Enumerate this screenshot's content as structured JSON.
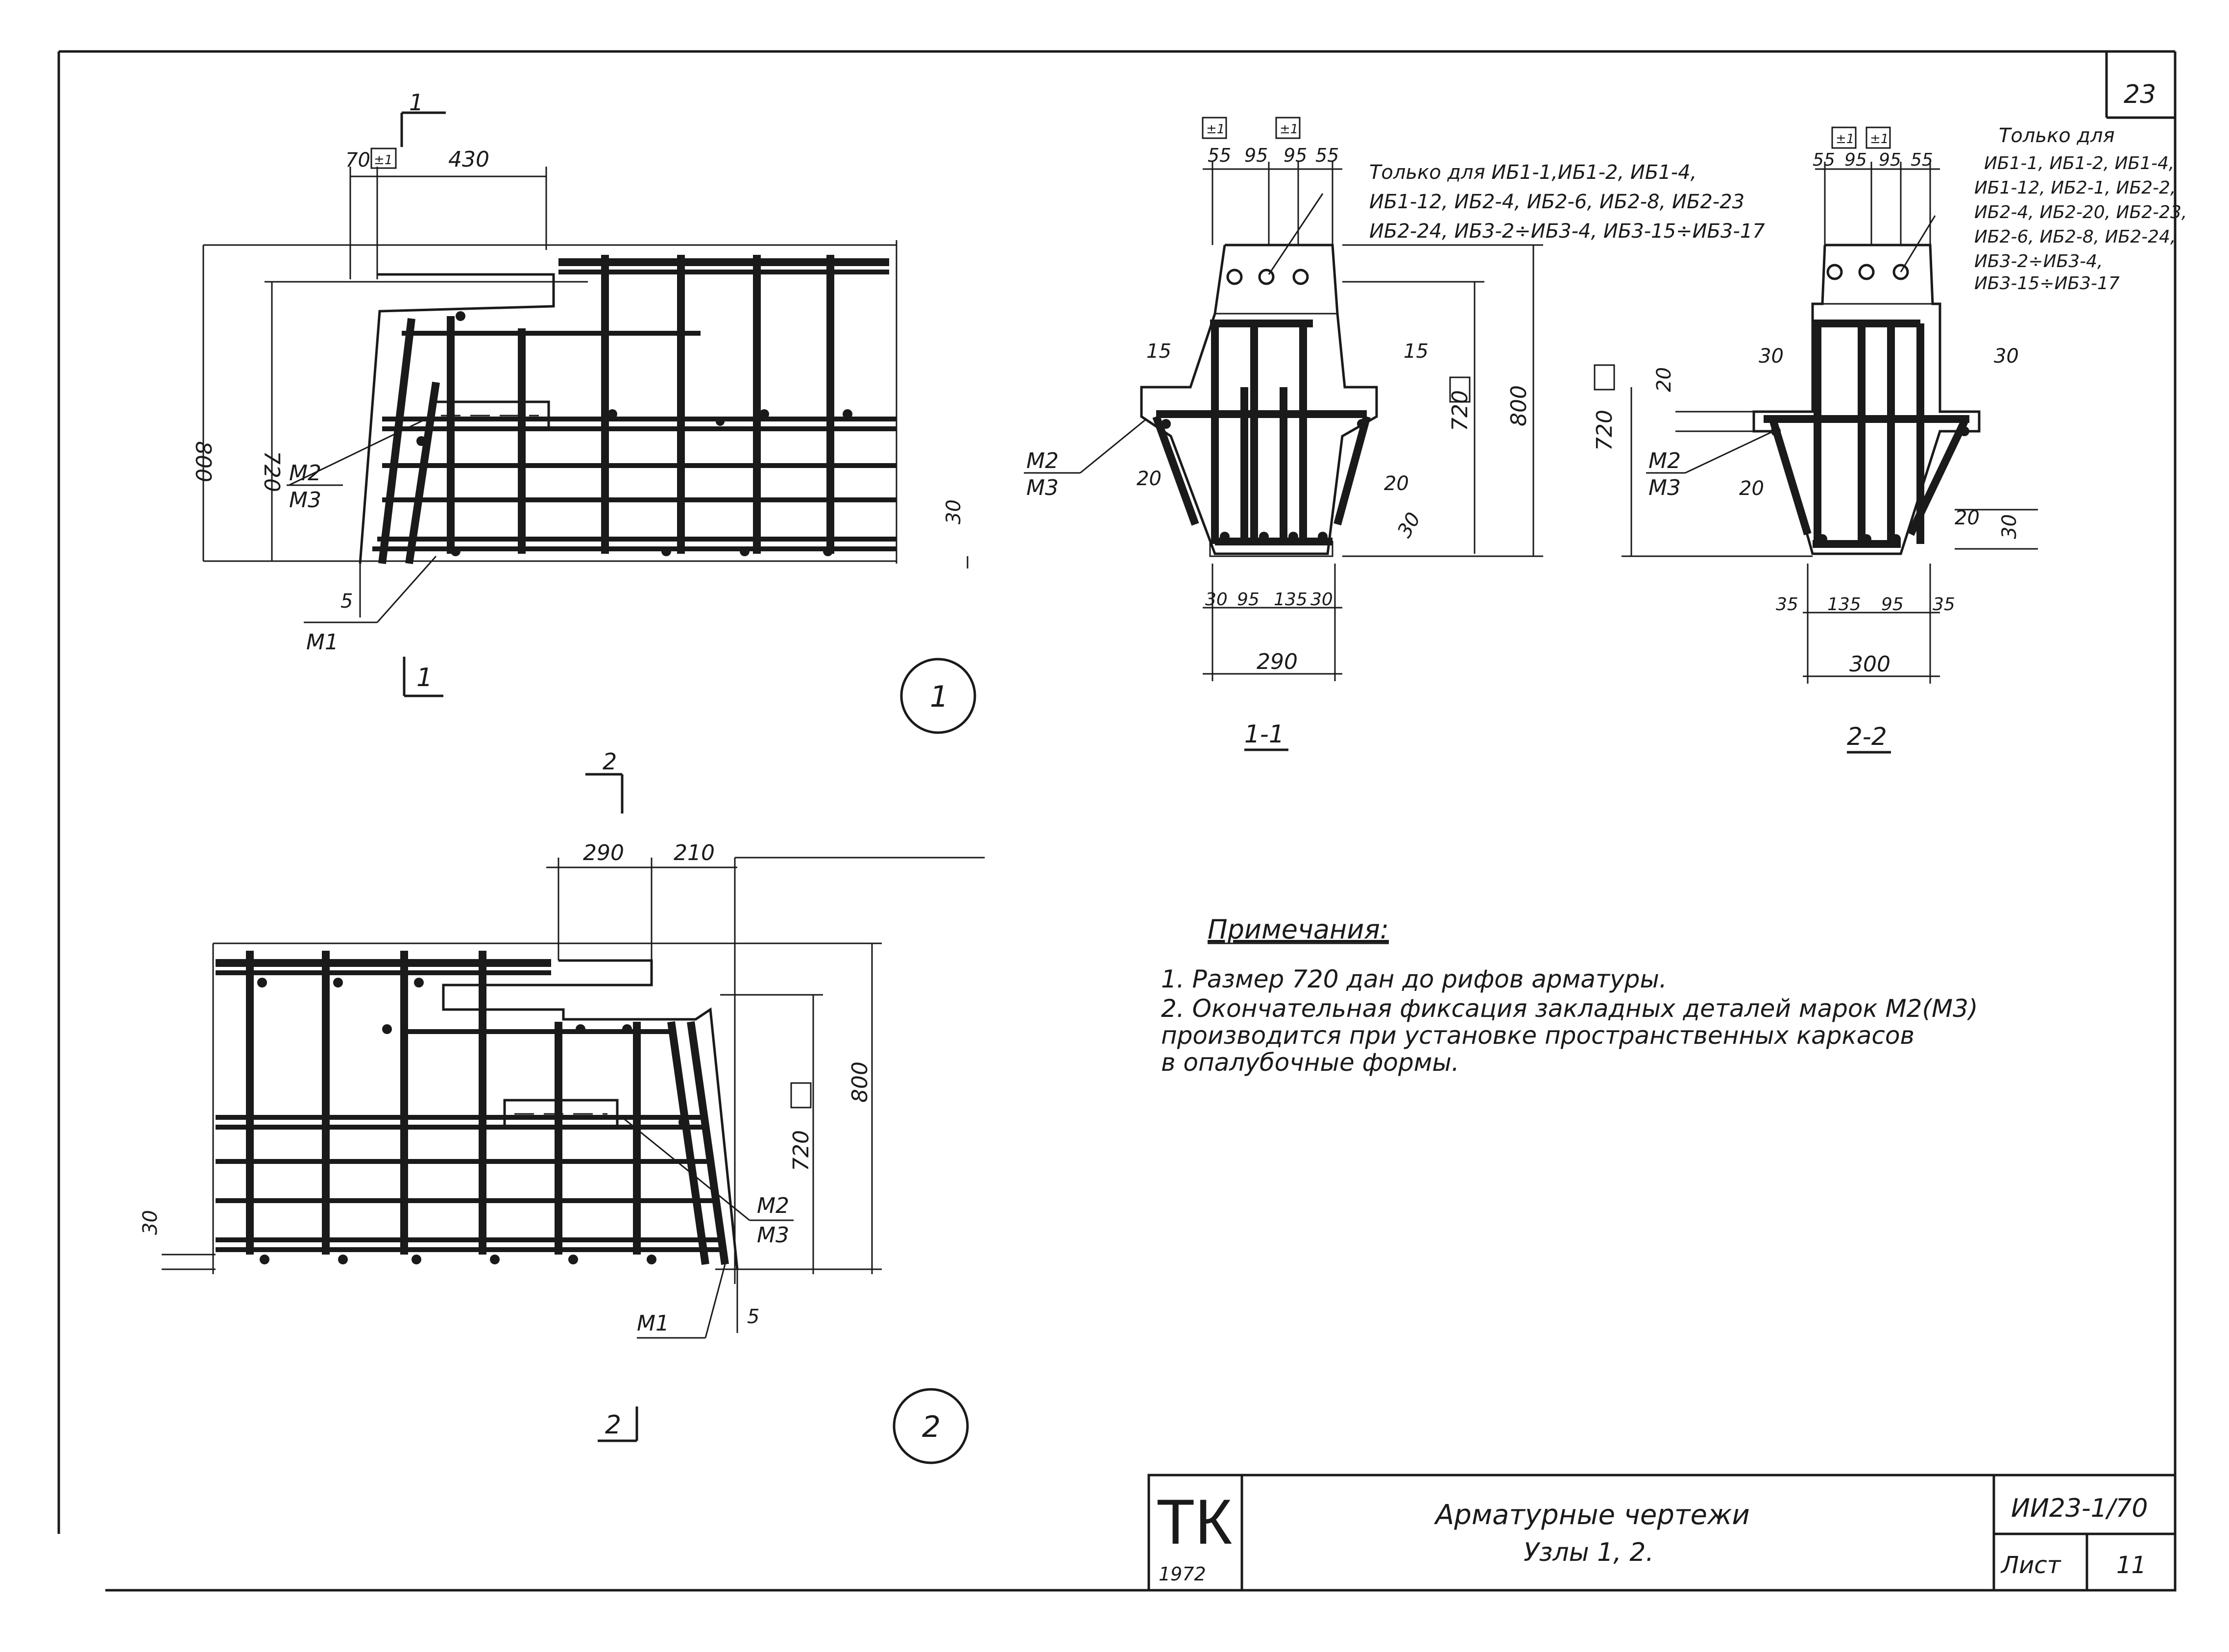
{
  "sheet_number": "23",
  "views": {
    "node1": {
      "id": "1",
      "cut_top": "1",
      "cut_bottom": "1",
      "dim_top_a": "70",
      "dim_top_b": "430",
      "dim_height": "800",
      "dim_height_b": "720",
      "dim_right": "30",
      "dim_bottom": "5",
      "label_m2": "M2",
      "label_m3": "M3",
      "label_m1": "M1"
    },
    "node2": {
      "id": "2",
      "cut_top": "2",
      "cut_bottom": "2",
      "dim_top_a": "290",
      "dim_top_b": "210",
      "dim_height": "800",
      "dim_height_b": "720",
      "dim_left": "30",
      "dim_bottom": "5",
      "label_m2": "M2",
      "label_m3": "M3",
      "label_m1": "M1"
    }
  },
  "sections": {
    "s11": {
      "title": "1-1",
      "top_dims": [
        "55",
        "95",
        "95",
        "55"
      ],
      "side_left": "15",
      "side_right": "15",
      "diag_left": "20",
      "diag_right": "20",
      "bottom_right": "30",
      "bottom_dims": [
        "30",
        "95",
        "135",
        "30"
      ],
      "overall_bottom": "290",
      "height_720": "720",
      "height_800": "800",
      "label_m2": "M2",
      "label_m3": "M3",
      "note_lines": [
        "Только для ИБ1-1,ИБ1-2, ИБ1-4,",
        "ИБ1-12, ИБ2-4, ИБ2-6, ИБ2-8, ИБ2-23",
        "ИБ2-24, ИБ3-2÷ИБ3-4, ИБ3-15÷ИБ3-17"
      ]
    },
    "s22": {
      "title": "2-2",
      "top_dims": [
        "55",
        "95",
        "95",
        "55"
      ],
      "side_left": "30",
      "side_right": "30",
      "diag_left": "20",
      "diag_right": "20",
      "left_20": "20",
      "bottom_right": "30",
      "bottom_dims": [
        "35",
        "135",
        "95",
        "35"
      ],
      "overall_bottom": "300",
      "height_720": "720",
      "label_m2": "M2",
      "label_m3": "M3",
      "note_lines": [
        "Только для",
        "ИБ1-1, ИБ1-2, ИБ1-4,",
        "ИБ1-12, ИБ2-1, ИБ2-2,",
        "ИБ2-4, ИБ2-20, ИБ2-23,",
        "ИБ2-6, ИБ2-8, ИБ2-24,",
        "ИБ3-2÷ИБ3-4,",
        "ИБ3-15÷ИБ3-17"
      ]
    }
  },
  "tolerance_mark": "±1",
  "notes": {
    "heading": "Примечания:",
    "items": [
      "1.  Размер 720 дан до рифов арматуры.",
      "2.  Окончательная фиксация закладных деталей марок М2(М3)",
      "     производится при установке пространственных каркасов",
      "     в опалубочные формы."
    ]
  },
  "title_block": {
    "org": "ТК",
    "year": "1972",
    "title_line1": "Арматурные  чертежи",
    "title_line2": "Узлы 1, 2.",
    "doc_code": "ИИ23-1/70",
    "sheet_label": "Лист",
    "sheet_value": "11"
  }
}
